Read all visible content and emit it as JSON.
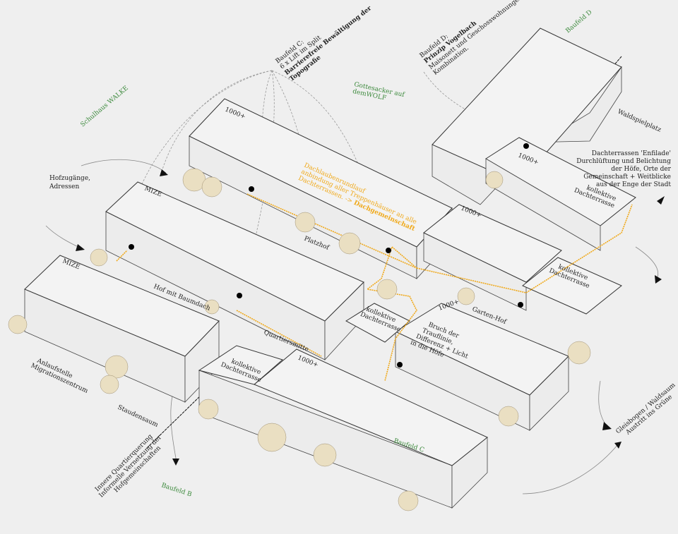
{
  "annotations": {
    "baufeld_c_top": {
      "line1": "Baufeld C:",
      "line2": "6 x Lift im Split",
      "line3": "Barrierefreie Bewältigung der",
      "line4": "Topografie"
    },
    "baufeld_d_top": {
      "line1": "Baufeld D:",
      "line2": "Prinzip Vogelbach",
      "line3": "Maisonett und Geschosswohnungen in",
      "line4": "Kombination."
    },
    "dachlauben": {
      "line1": "Dachlaubenrundlauf",
      "line2": "anbindung aller Treppenhäuser an alle",
      "line3": "Dachterrassen. ->",
      "line3b": "Dachgemeinschaft"
    },
    "enfilade": {
      "line1": "Dachterrassen 'Enfilade'",
      "line2": "Durchlüftung und Belichtung",
      "line3": "der Höfe, Orte der",
      "line4": "Gemeinschaft + Weitblicke",
      "line5": "aus der Enge der Stadt"
    },
    "hofzugaenge": {
      "line1": "Hofzugänge,",
      "line2": "Adressen"
    },
    "bruch": {
      "line1": "Bruch der",
      "line2": "Trauflinie,",
      "line3": "Differenz + Licht",
      "line4": "in die Höfe"
    },
    "anlaufstelle": {
      "line1": "Anlaufstelle",
      "line2": "Migrationszentrum"
    },
    "quartierquerung": {
      "line1": "Innere Quartierquerung",
      "line2": "Informelle Vernetzung der",
      "line3": "Hofgemeinschaften"
    },
    "gleisbogen": {
      "line1": "Gleisbogen / Waldsaum",
      "line2": "Austritt ins Grüne"
    },
    "kollektive": {
      "line1": "kollektive",
      "line2": "Dachterrasse"
    },
    "waldspielplatz": "Waldspielplatz",
    "platzhof": "Platzhof",
    "hof_mit_baumdach": "Hof mit Baumdach",
    "quartiersmitte": "Quartiersmitte",
    "garten_hof": "Garten-Hof",
    "staudensaum": "Staudensaum",
    "mize": "MIZE",
    "height_tag": "1000+"
  },
  "places": {
    "schulhaus": "Schulhaus WALKE",
    "gottesacker": {
      "line1": "Gottesacker auf",
      "line2": "demWOLF"
    },
    "baufeld_d": "Baufeld D",
    "baufeld_c": "Baufeld C",
    "baufeld_b": "Baufeld B"
  },
  "colors": {
    "accent_orange": "#f0a91a",
    "place_green": "#3d8a3d",
    "tree_fill": "#eadfc2",
    "background": "#efefef"
  }
}
